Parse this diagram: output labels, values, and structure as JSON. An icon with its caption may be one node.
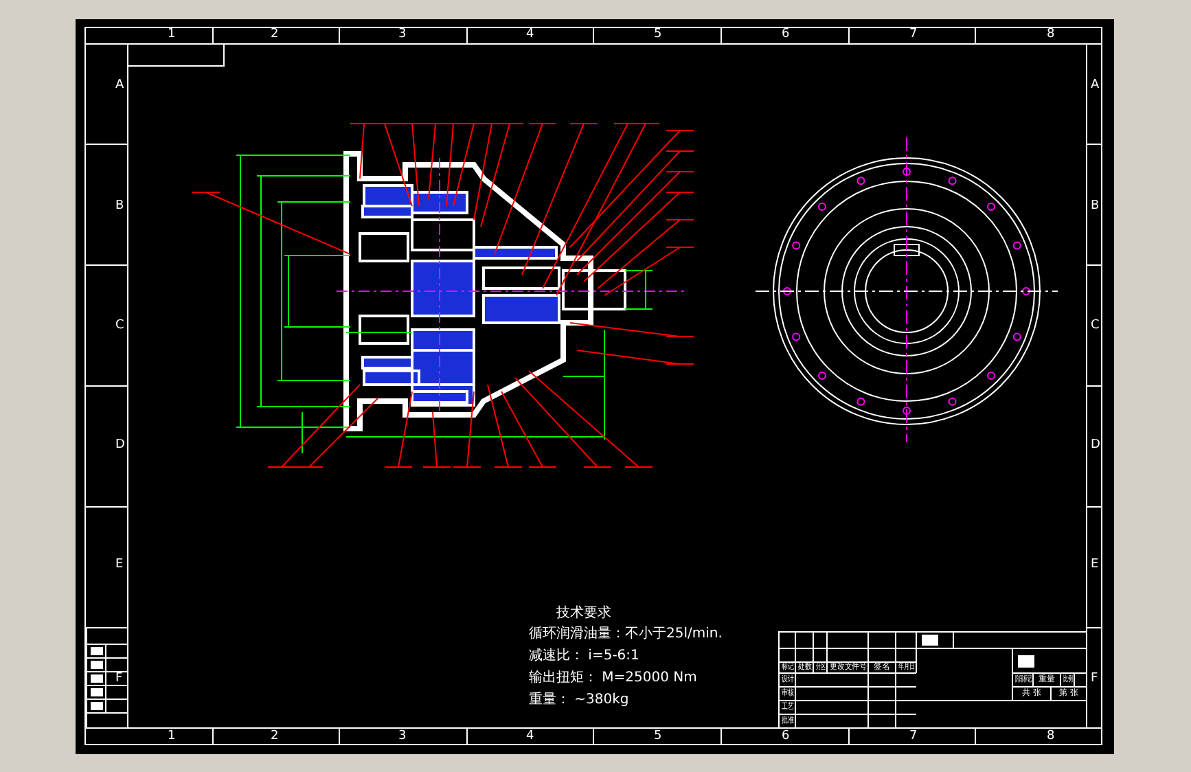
{
  "diagram": {
    "labels": [
      "1",
      "2",
      "3",
      "4",
      "5",
      "6",
      "7",
      "8",
      "A",
      "A",
      "B",
      "B",
      "C",
      "C",
      "D",
      "D",
      "E",
      "E",
      "F",
      "F",
      "技术要求",
      "循环润滑油量：不小于25l/min.",
      "减速比： i=5-6:1",
      "输出扭矩： M=25000 Nm",
      "重量： ~380kg",
      "标记",
      "处数",
      "分区",
      "更改文件号",
      "签名",
      "年月日",
      "设计",
      "审核",
      "工艺",
      "批准",
      "阶段标记",
      "重量",
      "比例",
      "共 张",
      "第 张",
      "1",
      "2",
      "3",
      "4",
      "5",
      "6",
      "7",
      "8"
    ]
  }
}
